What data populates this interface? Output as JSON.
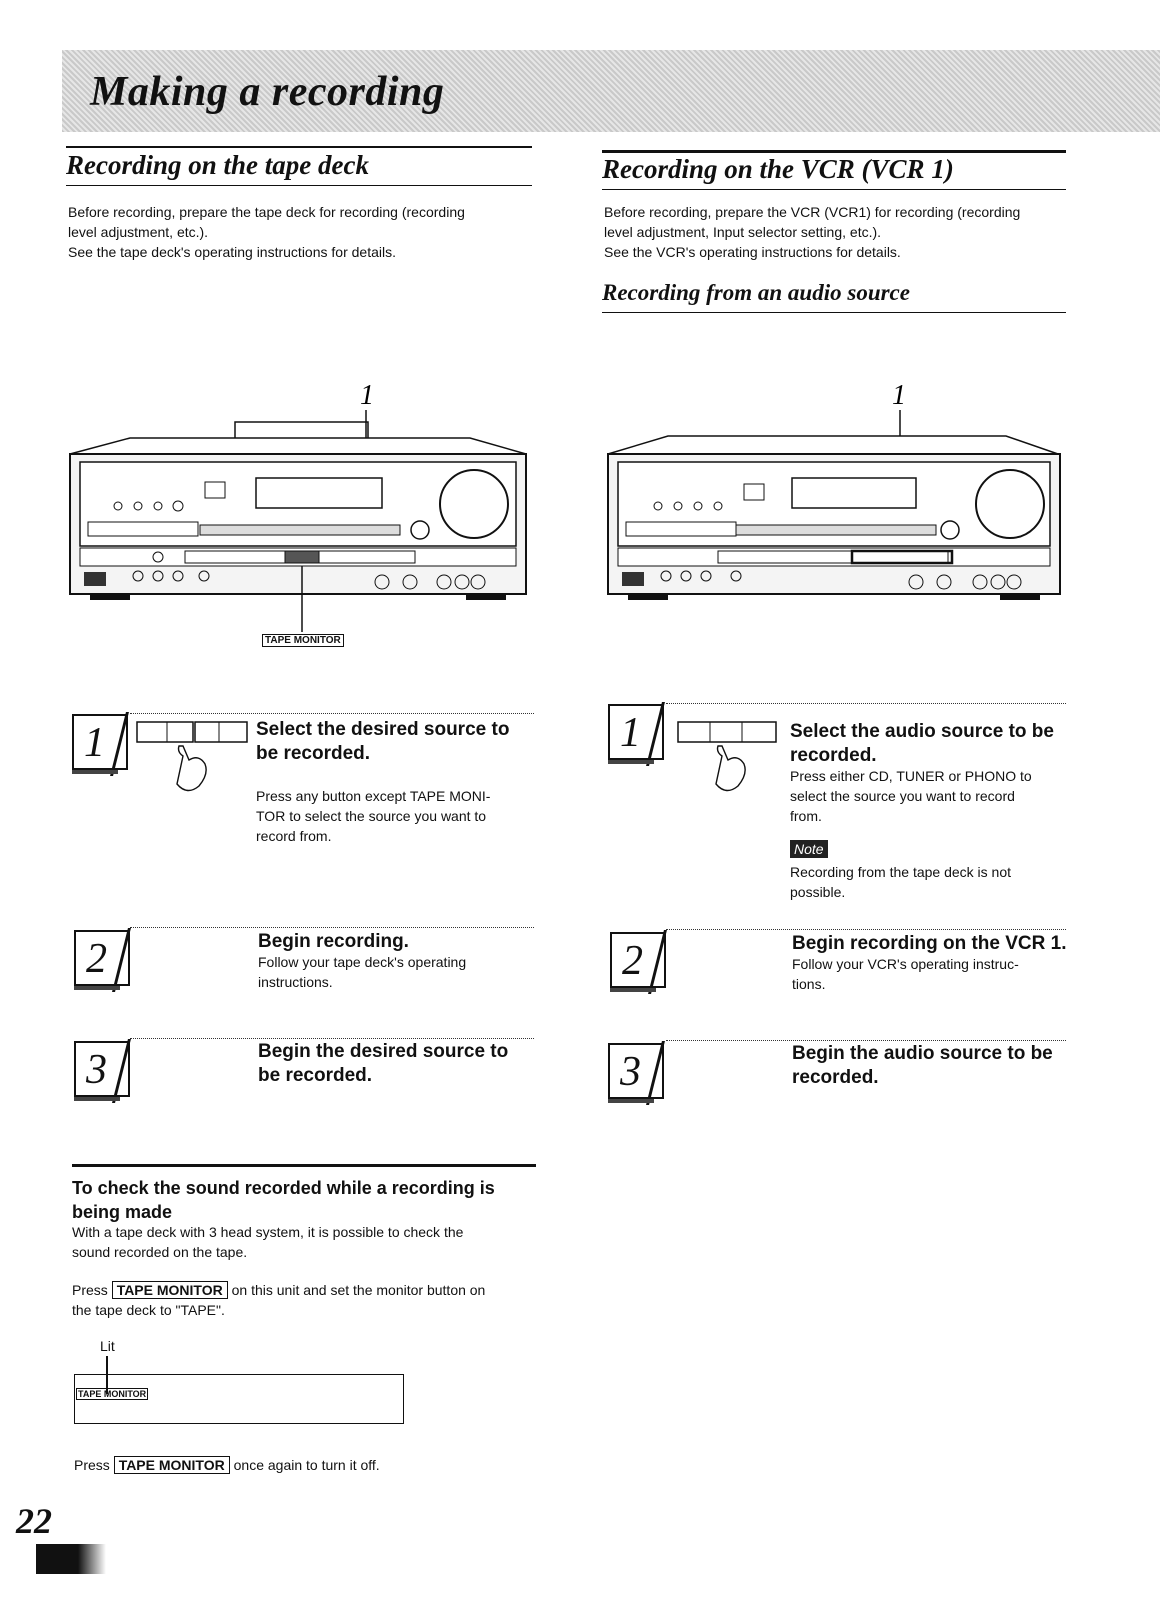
{
  "banner": {
    "title": "Making a recording"
  },
  "left": {
    "title": "Recording on the tape deck",
    "intro": [
      "Before recording, prepare the tape deck for recording (recording",
      "level adjustment, etc.).",
      "See the tape deck's operating instructions for details."
    ],
    "callout_number": "1",
    "device_label": "TAPE MONITOR",
    "steps": [
      {
        "num": "1",
        "head": [
          "Select the desired source to",
          "be recorded."
        ],
        "text": [
          "Press any button except TAPE MONI-",
          "TOR to select the source you want to",
          "record from."
        ]
      },
      {
        "num": "2",
        "head": [
          "Begin recording."
        ],
        "text": [
          "Follow your tape deck's operating",
          "instructions."
        ]
      },
      {
        "num": "3",
        "head": [
          "Begin the desired source to",
          "be recorded."
        ],
        "text": []
      }
    ]
  },
  "right": {
    "title": "Recording on the VCR (VCR 1)",
    "intro": [
      "Before recording, prepare the VCR (VCR1) for recording (recording",
      "level adjustment, Input selector setting, etc.).",
      "See the VCR's operating instructions for details."
    ],
    "subtitle": "Recording from an audio source",
    "callout_number": "1",
    "steps": [
      {
        "num": "1",
        "head": [
          "Select the audio source to be",
          "recorded."
        ],
        "text": [
          "Press either CD, TUNER or PHONO to",
          "select the source you want to record",
          "from."
        ],
        "note_label": "Note",
        "note": [
          "Recording from the tape deck is not",
          "possible."
        ]
      },
      {
        "num": "2",
        "head": [
          "Begin recording on the VCR 1."
        ],
        "text": [
          "Follow your VCR's operating instruc-",
          "tions."
        ]
      },
      {
        "num": "3",
        "head": [
          "Begin the audio source to be",
          "recorded."
        ],
        "text": []
      }
    ]
  },
  "check": {
    "title": [
      "To check the sound recorded while a recording is",
      "being made"
    ],
    "text": [
      "With a tape deck with 3 head system, it is possible to check the",
      "sound recorded on the tape."
    ],
    "press_prefix": "Press",
    "key": "TAPE MONITOR",
    "press_suffix_1": "on this unit and set the monitor button on",
    "press_suffix_2": "the tape deck to \"TAPE\".",
    "lit_label": "Lit",
    "panel_label": "TAPE MONITOR",
    "press_off_suffix": "once again to turn it off."
  },
  "page_number": "22"
}
